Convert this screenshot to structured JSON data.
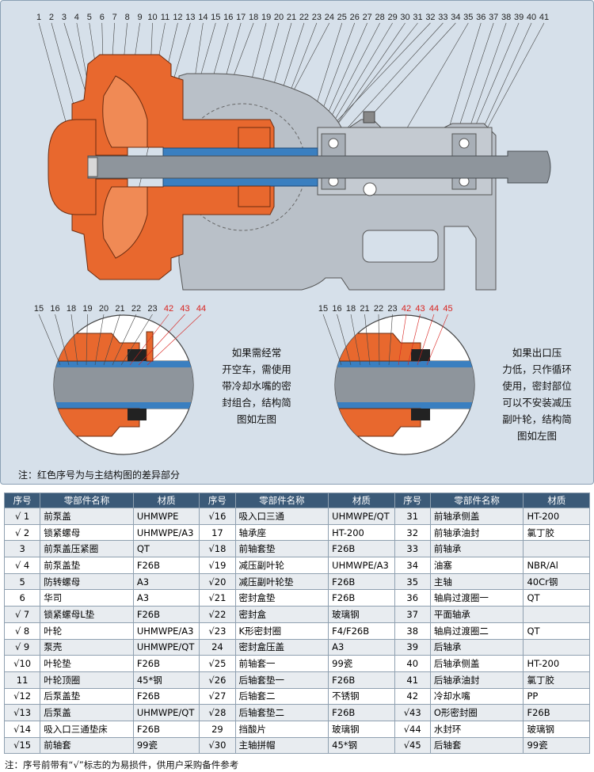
{
  "main_numbers": [
    "1",
    "2",
    "3",
    "4",
    "5",
    "6",
    "7",
    "8",
    "9",
    "10",
    "11",
    "12",
    "13",
    "14",
    "15",
    "16",
    "17",
    "18",
    "19",
    "20",
    "21",
    "22",
    "23",
    "24",
    "25",
    "26",
    "27",
    "28",
    "29",
    "30",
    "31",
    "32",
    "33",
    "34",
    "35",
    "36",
    "37",
    "38",
    "39",
    "40",
    "41"
  ],
  "detail_left_numbers": [
    {
      "n": "15",
      "red": false
    },
    {
      "n": "16",
      "red": false
    },
    {
      "n": "18",
      "red": false
    },
    {
      "n": "19",
      "red": false
    },
    {
      "n": "20",
      "red": false
    },
    {
      "n": "21",
      "red": false
    },
    {
      "n": "22",
      "red": false
    },
    {
      "n": "23",
      "red": false
    },
    {
      "n": "42",
      "red": true
    },
    {
      "n": "43",
      "red": true
    },
    {
      "n": "44",
      "red": true
    }
  ],
  "detail_right_numbers": [
    {
      "n": "15",
      "red": false
    },
    {
      "n": "16",
      "red": false
    },
    {
      "n": "18",
      "red": false
    },
    {
      "n": "21",
      "red": false
    },
    {
      "n": "22",
      "red": false
    },
    {
      "n": "23",
      "red": false
    },
    {
      "n": "42",
      "red": true
    },
    {
      "n": "43",
      "red": true
    },
    {
      "n": "44",
      "red": true
    },
    {
      "n": "45",
      "red": true
    }
  ],
  "note_left": [
    "如果需经常",
    "开空车，需使用",
    "带冷却水嘴的密",
    "封组合，结构简",
    "图如左图"
  ],
  "note_right": [
    "如果出口压",
    "力低，只作循环",
    "使用，密封部位",
    "可以不安装减压",
    "副叶轮，结构简",
    "图如左图"
  ],
  "diagram_note": "注：红色序号为与主结构图的差异部分",
  "table": {
    "headers": [
      "序号",
      "零部件名称",
      "材质",
      "序号",
      "零部件名称",
      "材质",
      "序号",
      "零部件名称",
      "材质"
    ],
    "rows": [
      [
        [
          "√ 1",
          "前泵盖",
          "UHMWPE"
        ],
        [
          "√16",
          "吸入口三通",
          "UHMWPE/QT"
        ],
        [
          "31",
          "前轴承侧盖",
          "HT-200"
        ]
      ],
      [
        [
          "√ 2",
          "锁紧螺母",
          "UHMWPE/A3"
        ],
        [
          "17",
          "轴承座",
          "HT-200"
        ],
        [
          "32",
          "前轴承油封",
          "氯丁胶"
        ]
      ],
      [
        [
          "3",
          "前泵盖压紧圈",
          "QT"
        ],
        [
          "√18",
          "前轴套垫",
          "F26B"
        ],
        [
          "33",
          "前轴承",
          ""
        ]
      ],
      [
        [
          "√ 4",
          "前泵盖垫",
          "F26B"
        ],
        [
          "√19",
          "减压副叶轮",
          "UHMWPE/A3"
        ],
        [
          "34",
          "油塞",
          "NBR/Al"
        ]
      ],
      [
        [
          "5",
          "防转螺母",
          "A3"
        ],
        [
          "√20",
          "减压副叶轮垫",
          "F26B"
        ],
        [
          "35",
          "主轴",
          "40Cr钢"
        ]
      ],
      [
        [
          "6",
          "华司",
          "A3"
        ],
        [
          "√21",
          "密封盒垫",
          "F26B"
        ],
        [
          "36",
          "轴肩过渡圈一",
          "QT"
        ]
      ],
      [
        [
          "√ 7",
          "锁紧螺母L垫",
          "F26B"
        ],
        [
          "√22",
          "密封盒",
          "玻璃钢"
        ],
        [
          "37",
          "平面轴承",
          ""
        ]
      ],
      [
        [
          "√ 8",
          "叶轮",
          "UHMWPE/A3"
        ],
        [
          "√23",
          "K形密封圈",
          "F4/F26B"
        ],
        [
          "38",
          "轴肩过渡圈二",
          "QT"
        ]
      ],
      [
        [
          "√ 9",
          "泵壳",
          "UHMWPE/QT"
        ],
        [
          "24",
          "密封盒压盖",
          "A3"
        ],
        [
          "39",
          "后轴承",
          ""
        ]
      ],
      [
        [
          "√10",
          "叶轮垫",
          "F26B"
        ],
        [
          "√25",
          "前轴套一",
          "99瓷"
        ],
        [
          "40",
          "后轴承侧盖",
          "HT-200"
        ]
      ],
      [
        [
          "11",
          "叶轮顶圈",
          "45*钢"
        ],
        [
          "√26",
          "后轴套垫一",
          "F26B"
        ],
        [
          "41",
          "后轴承油封",
          "氯丁胶"
        ]
      ],
      [
        [
          "√12",
          "后泵盖垫",
          "F26B"
        ],
        [
          "√27",
          "后轴套二",
          "不锈钢"
        ],
        [
          "42",
          "冷却水嘴",
          "PP"
        ]
      ],
      [
        [
          "√13",
          "后泵盖",
          "UHMWPE/QT"
        ],
        [
          "√28",
          "后轴套垫二",
          "F26B"
        ],
        [
          "√43",
          "O形密封圈",
          "F26B"
        ]
      ],
      [
        [
          "√14",
          "吸入口三通垫床",
          "F26B"
        ],
        [
          "29",
          "挡酸片",
          "玻璃钢"
        ],
        [
          "√44",
          "水封环",
          "玻璃钢"
        ]
      ],
      [
        [
          "√15",
          "前轴套",
          "99瓷"
        ],
        [
          "√30",
          "主轴拼帽",
          "45*钢"
        ],
        [
          "√45",
          "后轴套",
          "99瓷"
        ]
      ]
    ]
  },
  "footnote": "注：序号前带有“√”标志的为易损件，供用户采购备件参考",
  "colors": {
    "pump_orange": "#e8682e",
    "frame_gray": "#b8bec6",
    "shaft_gray": "#8e959c",
    "sleeve_blue": "#3a7fc0",
    "table_header": "#3b5a78",
    "background": "#d6e0ea",
    "label_red": "#d9231f"
  }
}
